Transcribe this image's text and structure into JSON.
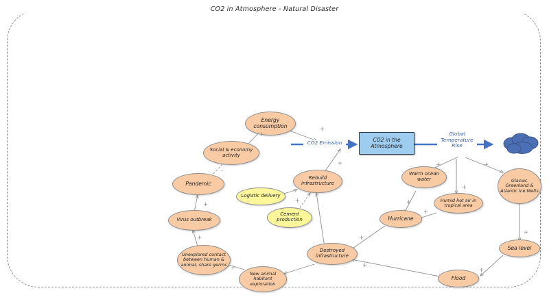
{
  "diagram": {
    "title": "CO2 in Atmosphere - Natural Disaster",
    "frame": {
      "style": "dashed-rounded-rectangle"
    },
    "colors": {
      "node_orange": "#f9cba4",
      "node_yellow": "#fbf79a",
      "box_blue": "#9ecdf0",
      "arrow_blue": "#4472c4",
      "cloud_blue": "#4a6fb5",
      "connector_gray": "#8d8d8d",
      "frame_gray": "#8a8a8a"
    },
    "nodes": [
      {
        "id": "energy_consumption",
        "label": "Energy consumption",
        "shape": "ellipse",
        "color": "orange"
      },
      {
        "id": "social_economy",
        "label": "Social & economy activity",
        "shape": "ellipse",
        "color": "orange"
      },
      {
        "id": "pandemic",
        "label": "Pandemic",
        "shape": "ellipse",
        "color": "orange"
      },
      {
        "id": "virus_outbreak",
        "label": "Virus outbreak",
        "shape": "ellipse",
        "color": "orange"
      },
      {
        "id": "unexplored_contact",
        "label": "Unexplored contact between human & animal, share germs",
        "shape": "ellipse",
        "color": "orange"
      },
      {
        "id": "new_animal_habitant",
        "label": "New animal habitant exploration",
        "shape": "ellipse",
        "color": "orange"
      },
      {
        "id": "logistic_delivery",
        "label": "Logistic delivery",
        "shape": "ellipse",
        "color": "yellow"
      },
      {
        "id": "cement_production",
        "label": "Cement production",
        "shape": "ellipse",
        "color": "yellow"
      },
      {
        "id": "rebuild_infrastructure",
        "label": "Rebuild infrastructure",
        "shape": "ellipse",
        "color": "orange"
      },
      {
        "id": "destroyed_infrastructure",
        "label": "Destroyed infrastructure",
        "shape": "ellipse",
        "color": "orange"
      },
      {
        "id": "co2_atmosphere",
        "label": "CO2 in the Atmosphere",
        "shape": "rectangle",
        "color": "blue"
      },
      {
        "id": "warm_ocean_water",
        "label": "Warm ocean water",
        "shape": "ellipse",
        "color": "orange"
      },
      {
        "id": "humid_hot_air",
        "label": "Humid hot air in tropical area",
        "shape": "ellipse",
        "color": "orange"
      },
      {
        "id": "hurricane",
        "label": "Hurricane",
        "shape": "ellipse",
        "color": "orange"
      },
      {
        "id": "glacier_melts",
        "label": "Glacier, Greenland & Atlantic Ice Melts",
        "shape": "ellipse",
        "color": "orange"
      },
      {
        "id": "sea_level",
        "label": "Sea level",
        "shape": "ellipse",
        "color": "orange"
      },
      {
        "id": "flood",
        "label": "Flood",
        "shape": "ellipse",
        "color": "orange"
      },
      {
        "id": "cloud",
        "label": "",
        "shape": "cloud",
        "color": "cloud_blue"
      }
    ],
    "flow_labels": {
      "co2_emission": "CO2 Emission",
      "global_temperature_rise": "Global Temperature Rise"
    },
    "links": [
      {
        "from": "energy_consumption",
        "to": "co2_emission",
        "sign": "+",
        "style": "solid"
      },
      {
        "from": "social_economy",
        "to": "energy_consumption",
        "sign": "+",
        "style": "solid"
      },
      {
        "from": "pandemic",
        "to": "social_economy",
        "sign": "-",
        "style": "dashed"
      },
      {
        "from": "virus_outbreak",
        "to": "pandemic",
        "sign": "+",
        "style": "solid"
      },
      {
        "from": "unexplored_contact",
        "to": "virus_outbreak",
        "sign": "+",
        "style": "solid"
      },
      {
        "from": "new_animal_habitant",
        "to": "unexplored_contact",
        "sign": "+",
        "style": "solid"
      },
      {
        "from": "destroyed_infrastructure",
        "to": "new_animal_habitant",
        "sign": "+",
        "style": "solid"
      },
      {
        "from": "rebuild_infrastructure",
        "to": "co2_emission",
        "sign": "+",
        "style": "solid"
      },
      {
        "from": "logistic_delivery",
        "to": "rebuild_infrastructure",
        "sign": "",
        "style": "solid"
      },
      {
        "from": "cement_production",
        "to": "rebuild_infrastructure",
        "sign": "+",
        "style": "dashed"
      },
      {
        "from": "destroyed_infrastructure",
        "to": "rebuild_infrastructure",
        "sign": "",
        "style": "solid"
      },
      {
        "from": "co2_emission",
        "to": "co2_atmosphere",
        "sign": "",
        "style": "flow"
      },
      {
        "from": "co2_atmosphere",
        "to": "cloud",
        "sign": "",
        "style": "flow"
      },
      {
        "from": "global_temperature_rise",
        "to": "warm_ocean_water",
        "sign": "+",
        "style": "solid"
      },
      {
        "from": "global_temperature_rise",
        "to": "humid_hot_air",
        "sign": "+",
        "style": "solid"
      },
      {
        "from": "global_temperature_rise",
        "to": "glacier_melts",
        "sign": "+",
        "style": "solid"
      },
      {
        "from": "warm_ocean_water",
        "to": "hurricane",
        "sign": "+",
        "style": "solid"
      },
      {
        "from": "humid_hot_air",
        "to": "hurricane",
        "sign": "+",
        "style": "solid"
      },
      {
        "from": "hurricane",
        "to": "destroyed_infrastructure",
        "sign": "+",
        "style": "solid"
      },
      {
        "from": "glacier_melts",
        "to": "sea_level",
        "sign": "+",
        "style": "solid"
      },
      {
        "from": "sea_level",
        "to": "flood",
        "sign": "+",
        "style": "solid"
      },
      {
        "from": "flood",
        "to": "destroyed_infrastructure",
        "sign": "+",
        "style": "solid"
      }
    ],
    "signs": {
      "plus": "+",
      "minus": "-"
    }
  }
}
